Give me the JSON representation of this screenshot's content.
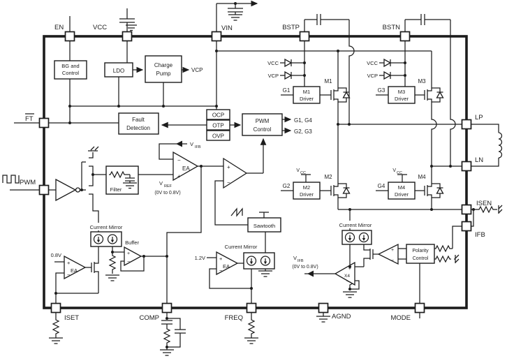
{
  "colors": {
    "stroke": "#1c1c1c",
    "background": "#ffffff"
  },
  "pins": {
    "en": "EN",
    "vcc": "VCC",
    "vin": "VIN",
    "bstp": "BSTP",
    "bstn": "BSTN",
    "ft": "FT",
    "pwm": "PWM",
    "lp": "LP",
    "ln": "LN",
    "isen": "ISEN",
    "ifb": "IFB",
    "iset": "ISET",
    "comp": "COMP",
    "freq": "FREQ",
    "agnd": "AGND",
    "mode": "MODE"
  },
  "blocks": {
    "bg": {
      "l1": "BG and",
      "l2": "Control"
    },
    "ldo": "LDO",
    "charge_pump": {
      "l1": "Charge",
      "l2": "Pump"
    },
    "fault": {
      "l1": "Fault",
      "l2": "Detection"
    },
    "ocp": "OCP",
    "otp": "OTP",
    "ovp": "OVP",
    "pwm_control": {
      "l1": "PWM",
      "l2": "Control"
    },
    "sawtooth": "Sawtooth",
    "filter": "Filter",
    "polarity": {
      "l1": "Polarity",
      "l2": "Control"
    },
    "m1_driver": {
      "l1": "M1",
      "l2": "Driver"
    },
    "m2_driver": {
      "l1": "M2",
      "l2": "Driver"
    },
    "m3_driver": {
      "l1": "M3",
      "l2": "Driver"
    },
    "m4_driver": {
      "l1": "M4",
      "l2": "Driver"
    }
  },
  "signals": {
    "vcp": "VCP",
    "vcc": "VCC",
    "g1": "G1",
    "g2": "G2",
    "g3": "G3",
    "g4": "G4",
    "g1g4": "G1, G4",
    "g2g3": "G2, G3",
    "m1": "M1",
    "m2": "M2",
    "m3": "M3",
    "m4": "M4",
    "v": "V",
    "sub_ifb": "IFB",
    "sub_ref": "REF",
    "sub_cc": "CC",
    "range_0_08": "(0V to 0.8V)",
    "v08": "0.8V",
    "v12": "1.2V",
    "x4": "X4",
    "ea": "EA",
    "buffer": "Buffer",
    "current_mirror": "Current Mirror",
    "plus": "+",
    "minus": "−"
  }
}
